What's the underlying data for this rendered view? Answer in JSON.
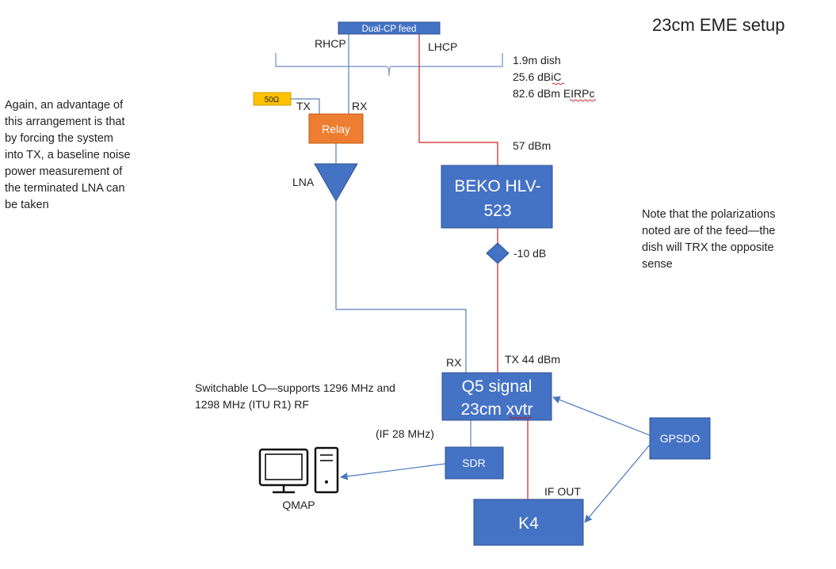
{
  "title": "23cm EME setup",
  "colors": {
    "box_fill": "#4472c4",
    "box_stroke": "#2f528f",
    "relay_fill": "#ed7d31",
    "load_fill": "#ffc000",
    "rx_line": "#5b7fb5",
    "tx_line": "#d02020",
    "link_line": "#4a76c0"
  },
  "feed": {
    "label": "Dual-CP feed",
    "rhcp": "RHCP",
    "lhcp": "LHCP"
  },
  "dish": {
    "line1": "1.9m dish",
    "line2": "25.6 dBiC",
    "line3": "82.6 dBm EIRPc"
  },
  "load": {
    "label": "50Ω"
  },
  "relay": {
    "label": "Relay",
    "tx": "TX",
    "rx": "RX"
  },
  "lna": {
    "label": "LNA"
  },
  "note_left": [
    "Again, an advantage of",
    "this arrangement is that",
    "by forcing the system",
    "into TX, a baseline noise",
    "power measurement of",
    "the terminated LNA can",
    "be taken"
  ],
  "amp": {
    "line1": "BEKO HLV-",
    "line2": "523",
    "out_power": "57 dBm"
  },
  "coupler": {
    "label": "-10 dB"
  },
  "note_right": [
    "Note that the polarizations",
    "noted are of the feed—the",
    "dish will TRX the opposite",
    "sense"
  ],
  "xvtr": {
    "line1": "Q5 signal",
    "line2": "23cm xvtr",
    "rx": "RX",
    "tx": "TX 44 dBm"
  },
  "lo_note": [
    "Switchable LO—supports 1296 MHz and",
    "1298 MHz (ITU R1) RF"
  ],
  "sdr": {
    "label": "SDR",
    "if": "(IF 28 MHz)"
  },
  "gpsdo": {
    "label": "GPSDO"
  },
  "k4": {
    "label": "K4",
    "if_out": "IF OUT"
  },
  "computer": {
    "label": "QMAP",
    "icon": "desktop-computer-icon"
  }
}
